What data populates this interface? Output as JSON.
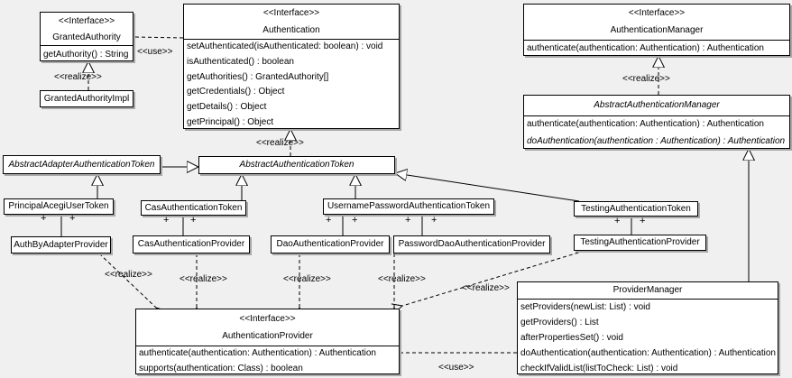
{
  "diagram_type": "uml-class-diagram",
  "colors": {
    "background": "#f0f0f0",
    "box_fill": "#ffffff",
    "line": "#000000",
    "shadow": "#a8a8a8"
  },
  "labels": {
    "use": "<<use>>",
    "realize": "<<realize>>",
    "plus": "+"
  },
  "classes": {
    "granted_authority": {
      "stereotype": "<<Interface>>",
      "name": "GrantedAuthority",
      "methods": [
        "getAuthority() : String"
      ]
    },
    "granted_authority_impl": {
      "name": "GrantedAuthorityImpl"
    },
    "authentication": {
      "stereotype": "<<Interface>>",
      "name": "Authentication",
      "methods": [
        "setAuthenticated(isAuthenticated: boolean) : void",
        "isAuthenticated() : boolean",
        "getAuthorities() : GrantedAuthority[]",
        "getCredentials() : Object",
        "getDetails() : Object",
        "getPrincipal() : Object"
      ]
    },
    "authentication_manager": {
      "stereotype": "<<Interface>>",
      "name": "AuthenticationManager",
      "methods": [
        "authenticate(authentication: Authentication) : Authentication"
      ]
    },
    "abstract_authentication_manager": {
      "name": "AbstractAuthenticationManager",
      "methods": [
        "authenticate(authentication: Authentication) : Authentication",
        "doAuthentication(authentication : Authentication) : Authentication"
      ]
    },
    "abstract_adapter_authentication_token": {
      "name": "AbstractAdapterAuthenticationToken"
    },
    "abstract_authentication_token": {
      "name": "AbstractAuthenticationToken"
    },
    "principal_acegi_user_token": {
      "name": "PrincipalAcegiUserToken"
    },
    "cas_authentication_token": {
      "name": "CasAuthenticationToken"
    },
    "username_password_authentication_token": {
      "name": "UsernamePasswordAuthenticationToken"
    },
    "testing_authentication_token": {
      "name": "TestingAuthenticationToken"
    },
    "auth_by_adapter_provider": {
      "name": "AuthByAdapterProvider"
    },
    "cas_authentication_provider": {
      "name": "CasAuthenticationProvider"
    },
    "dao_authentication_provider": {
      "name": "DaoAuthenticationProvider"
    },
    "password_dao_authentication_provider": {
      "name": "PasswordDaoAuthenticationProvider"
    },
    "testing_authentication_provider": {
      "name": "TestingAuthenticationProvider"
    },
    "provider_manager": {
      "name": "ProviderManager",
      "methods": [
        "setProviders(newList: List) : void",
        "getProviders() : List",
        "afterPropertiesSet() : void",
        "doAuthentication(authentication: Authentication) : Authentication",
        "checkIfValidList(listToCheck: List) : void"
      ]
    },
    "authentication_provider": {
      "stereotype": "<<Interface>>",
      "name": "AuthenticationProvider",
      "methods": [
        "authenticate(authentication: Authentication) : Authentication",
        "supports(authentication: Class) : boolean"
      ]
    }
  }
}
